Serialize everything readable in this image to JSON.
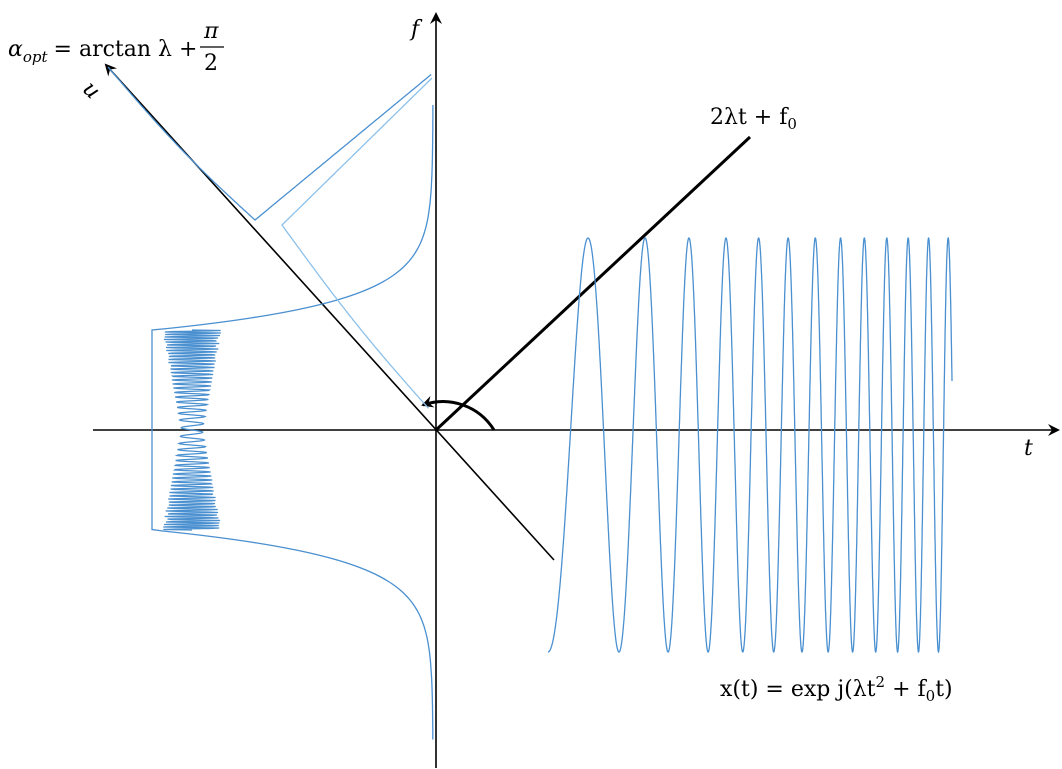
{
  "figure": {
    "axes": {
      "t_label": "t",
      "f_label": "f",
      "u_label": "u"
    },
    "equations": {
      "alpha": {
        "sym": "α",
        "sub": "opt",
        "rhs": "= arctan λ +",
        "frac_num": "π",
        "frac_den": "2"
      },
      "line": {
        "text": "2λt + f",
        "sub": "0"
      },
      "signal": {
        "lhs": "x(t) = exp j(λt",
        "sup": "2",
        "mid": " + f",
        "sub": "0",
        "tail": "t)"
      }
    },
    "colors": {
      "axis": "#000000",
      "curve": "#4a90d0",
      "curve_light": "#8cc0ea"
    }
  }
}
